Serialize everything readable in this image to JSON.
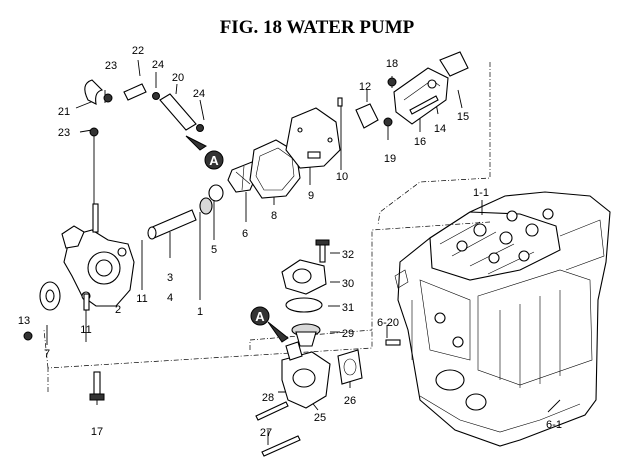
{
  "title": "FIG. 18  WATER PUMP",
  "labels": {
    "p1": "1",
    "p2": "2",
    "p3": "3",
    "p4": "4",
    "p5": "5",
    "p6": "6",
    "p7": "7",
    "p8": "8",
    "p9": "9",
    "p10": "10",
    "p11a": "11",
    "p11b": "11",
    "p12": "12",
    "p13": "13",
    "p14": "14",
    "p15": "15",
    "p16": "16",
    "p17": "17",
    "p18": "18",
    "p19": "19",
    "p20": "20",
    "p21": "21",
    "p22": "22",
    "p23a": "23",
    "p23b": "23",
    "p24a": "24",
    "p24b": "24",
    "p25": "25",
    "p26": "26",
    "p27": "27",
    "p28": "28",
    "p29": "29",
    "p30": "30",
    "p31": "31",
    "p32": "32",
    "p6_20": "6-20",
    "p1_1": "1-1",
    "p6_1": "6-1"
  },
  "ref_markers": {
    "a1": "A",
    "a2": "A"
  }
}
